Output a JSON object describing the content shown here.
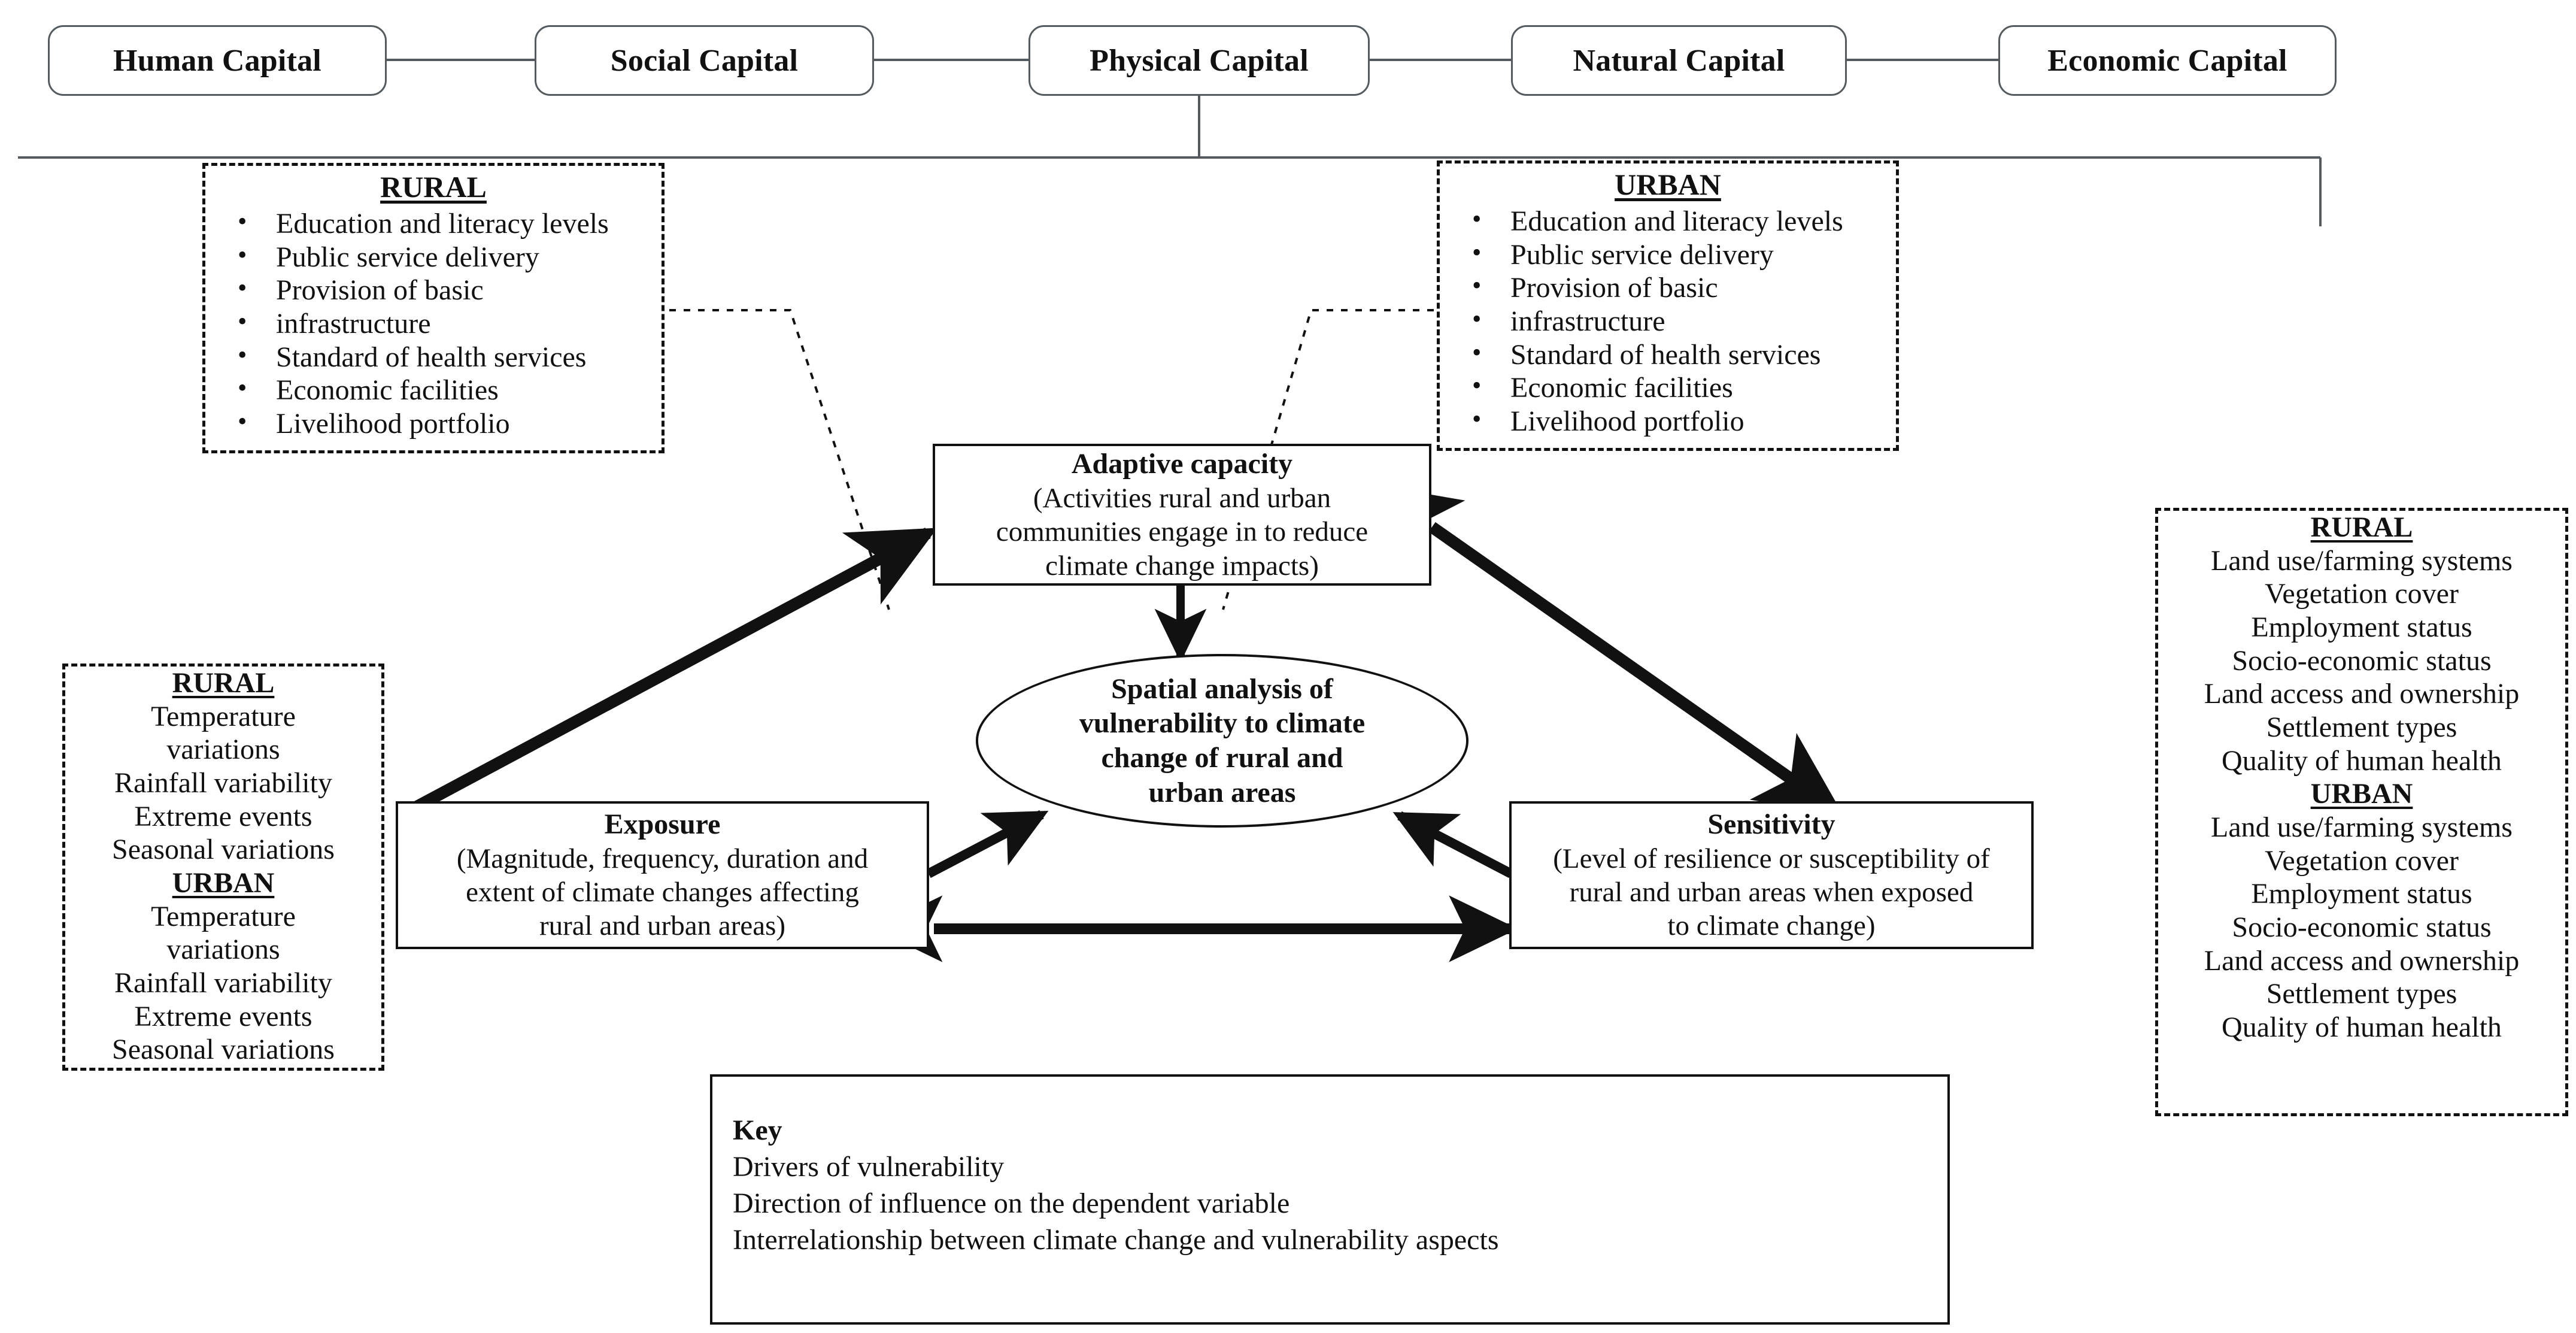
{
  "capitals": [
    {
      "label": "Human Capital"
    },
    {
      "label": "Social Capital"
    },
    {
      "label": "Physical Capital"
    },
    {
      "label": "Natural Capital"
    },
    {
      "label": "Economic Capital"
    }
  ],
  "adaptive_drivers": {
    "rural": {
      "title": "RURAL",
      "items": [
        "Education and literacy levels",
        "Public service delivery",
        "Provision of basic",
        "infrastructure",
        "Standard of health services",
        "Economic facilities",
        "Livelihood portfolio"
      ]
    },
    "urban": {
      "title": "URBAN",
      "items": [
        "Education and literacy levels",
        "Public service delivery",
        "Provision of basic",
        "infrastructure",
        "Standard of health services",
        "Economic facilities",
        "Livelihood portfolio"
      ]
    }
  },
  "exposure_drivers": {
    "rural_title": "RURAL",
    "rural_items": [
      "Temperature",
      "variations",
      "Rainfall variability",
      "Extreme events",
      "Seasonal variations"
    ],
    "urban_title": "URBAN",
    "urban_items": [
      "Temperature",
      "variations",
      "Rainfall variability",
      "Extreme events",
      "Seasonal variations"
    ]
  },
  "sensitivity_drivers": {
    "rural_title": "RURAL",
    "rural_items": [
      "Land use/farming systems",
      "Vegetation cover",
      "Employment status",
      "Socio-economic status",
      "Land access and ownership",
      "Settlement types",
      "Quality of human health"
    ],
    "urban_title": "URBAN",
    "urban_items": [
      "Land use/farming systems",
      "Vegetation cover",
      "Employment status",
      "Socio-economic status",
      "Land access and ownership",
      "Settlement types",
      "Quality of human health"
    ]
  },
  "core": {
    "adaptive_capacity": {
      "title": "Adaptive capacity",
      "lines": [
        "(Activities rural and urban",
        "communities engage in to reduce",
        "climate change impacts)"
      ]
    },
    "exposure": {
      "title": "Exposure",
      "lines": [
        "(Magnitude, frequency, duration and",
        "extent of climate changes affecting",
        "rural and urban areas)"
      ]
    },
    "sensitivity": {
      "title": "Sensitivity",
      "lines": [
        "(Level of resilience or susceptibility of",
        "rural and urban areas when exposed",
        "to climate change)"
      ]
    },
    "center_ellipse": {
      "lines": [
        "Spatial analysis of",
        "vulnerability to climate",
        "change of rural and",
        "urban areas"
      ]
    }
  },
  "key": {
    "title": "Key",
    "rows": [
      {
        "label": "Drivers of vulnerability",
        "symbol": "dotted-line"
      },
      {
        "label": "Direction of influence on the dependent variable",
        "symbol": "single-arrow"
      },
      {
        "label": "Interrelationship between climate change and vulnerability aspects",
        "symbol": "double-arrow"
      }
    ]
  },
  "colors": {
    "ink": "#111111",
    "capital_border": "#555a5e",
    "background": "#ffffff"
  }
}
